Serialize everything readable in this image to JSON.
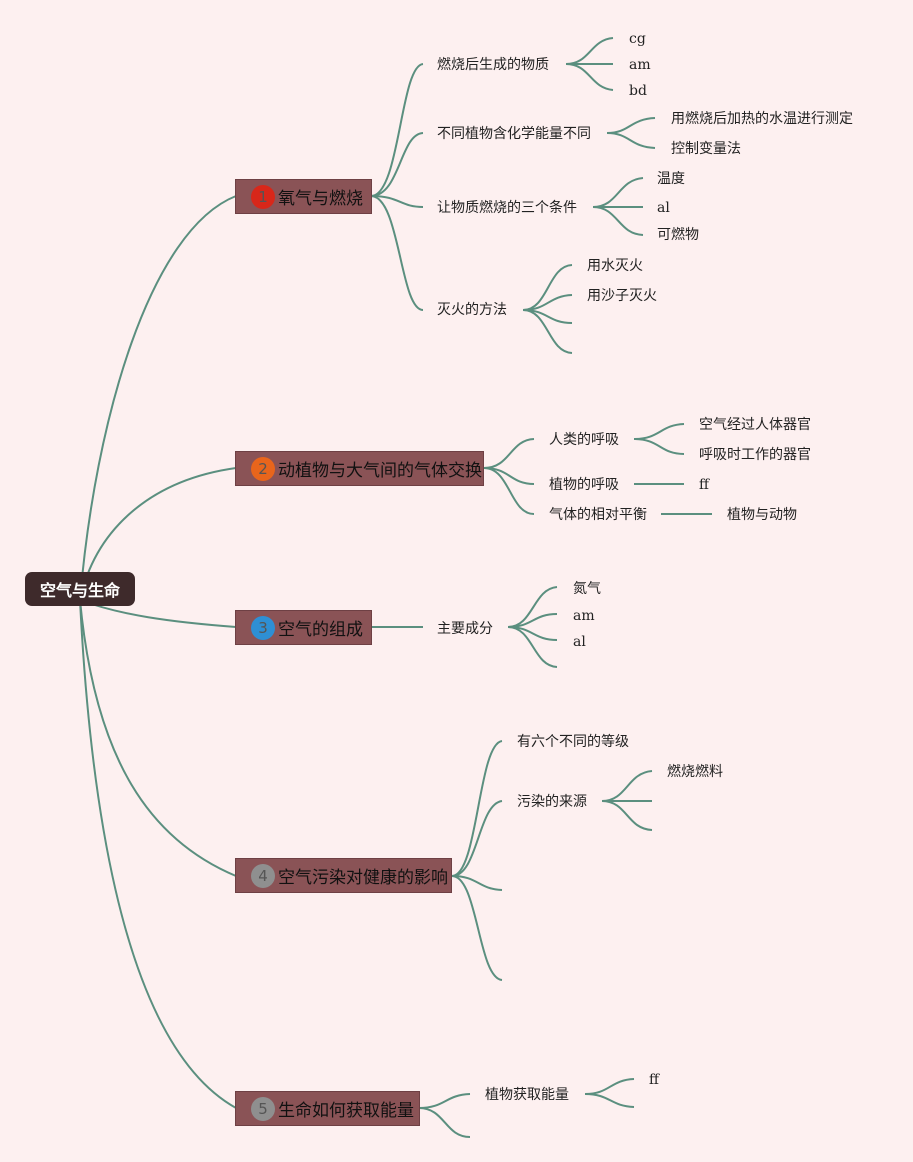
{
  "root": {
    "label": "空气与生命"
  },
  "branches": [
    {
      "number": "1",
      "label": "氧气与燃烧",
      "badge_color": "#d8271a",
      "children": [
        {
          "label": "燃烧后生成的物质",
          "children": [
            "cg",
            "am",
            "bd"
          ]
        },
        {
          "label": "不同植物含化学能量不同",
          "children": [
            "用燃烧后加热的水温进行测定",
            "控制变量法"
          ]
        },
        {
          "label": "让物质燃烧的三个条件",
          "children": [
            "温度",
            "al",
            "可燃物"
          ]
        },
        {
          "label": "灭火的方法",
          "children": [
            "用水灭火",
            "用沙子灭火",
            "",
            ""
          ]
        }
      ]
    },
    {
      "number": "2",
      "label": "动植物与大气间的气体交换",
      "badge_color": "#e8651c",
      "children": [
        {
          "label": "人类的呼吸",
          "children": [
            "空气经过人体器官",
            "呼吸时工作的器官"
          ]
        },
        {
          "label": "植物的呼吸",
          "children": [
            "ff"
          ]
        },
        {
          "label": "气体的相对平衡",
          "children": [
            "植物与动物"
          ]
        }
      ]
    },
    {
      "number": "3",
      "label": "空气的组成",
      "badge_color": "#2e8fd4",
      "children": [
        {
          "label": "主要成分",
          "children": [
            "氮气",
            "am",
            "al",
            ""
          ]
        }
      ]
    },
    {
      "number": "4",
      "label": "空气污染对健康的影响",
      "badge_color": "#8f8f8f",
      "children": [
        {
          "label": "有六个不同的等级",
          "children": []
        },
        {
          "label": "污染的来源",
          "children": [
            "燃烧燃料",
            "",
            ""
          ]
        },
        {
          "label": "",
          "children": []
        },
        {
          "label": "",
          "children": []
        }
      ]
    },
    {
      "number": "5",
      "label": "生命如何获取能量",
      "badge_color": "#8f8f8f",
      "children": [
        {
          "label": "植物获取能量",
          "children": [
            "ff",
            ""
          ]
        },
        {
          "label": "",
          "children": []
        }
      ]
    }
  ],
  "colors": {
    "background": "#fdf0f0",
    "connector": "#5b8f7f",
    "branch_fill": "#8a5356",
    "root_fill": "#3e2a2b"
  }
}
